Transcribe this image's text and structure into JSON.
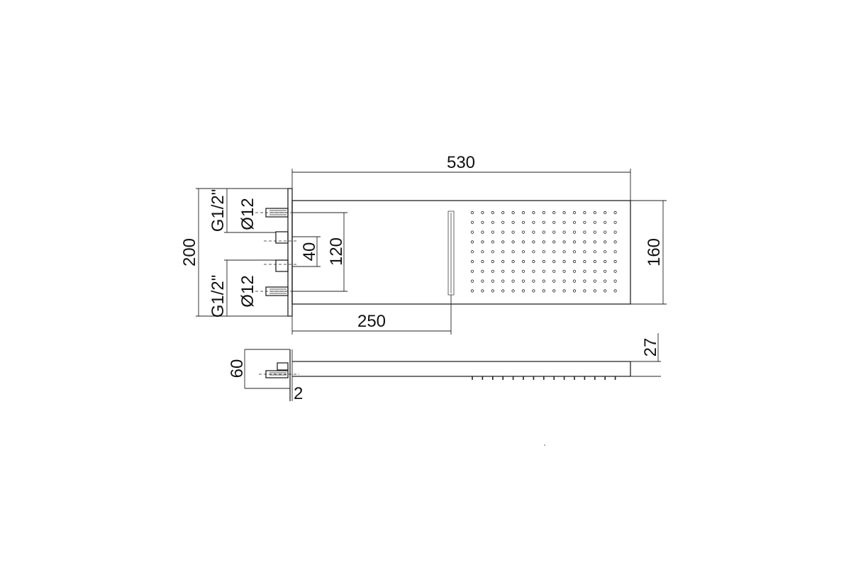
{
  "dimensions": {
    "overall_length": "530",
    "overall_width": "200",
    "head_width": "160",
    "spacing_inner": "40",
    "spacing_outer": "120",
    "waterfall_offset": "250",
    "wall_plate_depth": "60",
    "wall_gap": "2",
    "head_thickness": "27"
  },
  "labels": {
    "thread_top": "G1/2\"",
    "thread_bottom": "G1/2\"",
    "diameter_top": "Ø12",
    "diameter_bottom": "Ø12"
  }
}
